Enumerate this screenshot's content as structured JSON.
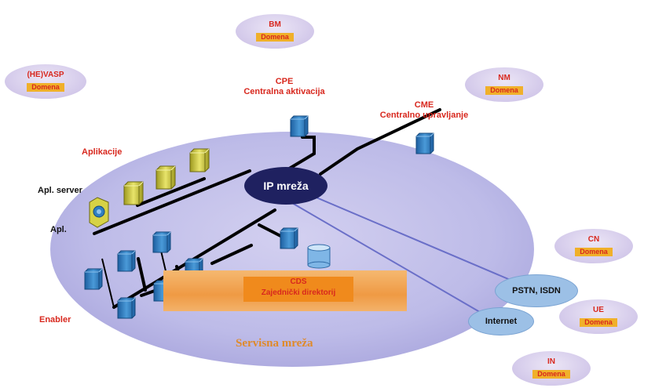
{
  "domains": {
    "bm": {
      "name": "BM",
      "label": "Domena"
    },
    "hevasp": {
      "name": "(HE)VASP",
      "label": "Domena"
    },
    "nm": {
      "name": "NM",
      "label": "Domena"
    },
    "cn": {
      "name": "CN",
      "label": "Domena"
    },
    "ue": {
      "name": "UE",
      "label": "Domena"
    },
    "in": {
      "name": "IN",
      "label": "Domena"
    }
  },
  "labels": {
    "cpe_title": "CPE",
    "cpe_sub": "Centralna aktivacija",
    "cme_title": "CME",
    "cme_sub": "Centralno upravljanje",
    "aplikacije": "Aplikacije",
    "apl_server": "Apl. server",
    "apl": "Apl.",
    "enabler": "Enabler",
    "ip_network": "IP mreža",
    "cds_title": "CDS",
    "cds_sub": "Zajednički direktorij",
    "service_network": "Servisna mreža",
    "pstn": "PSTN, ISDN",
    "internet": "Internet"
  },
  "colors": {
    "label_red": "#d8281e",
    "domain_fill": "#d3c9ea",
    "domain_bar": "#f0b02a",
    "service_ellipse": "#b9b7e6",
    "ip_core": "#1f2160",
    "server_blue": "#2f7fc0",
    "app_yellow": "#d6d245",
    "cds_orange": "#f08a1c",
    "bubble_blue": "#9cc0e6"
  },
  "icons": [
    "server-icon",
    "application-icon",
    "database-icon",
    "app-server-icon"
  ]
}
